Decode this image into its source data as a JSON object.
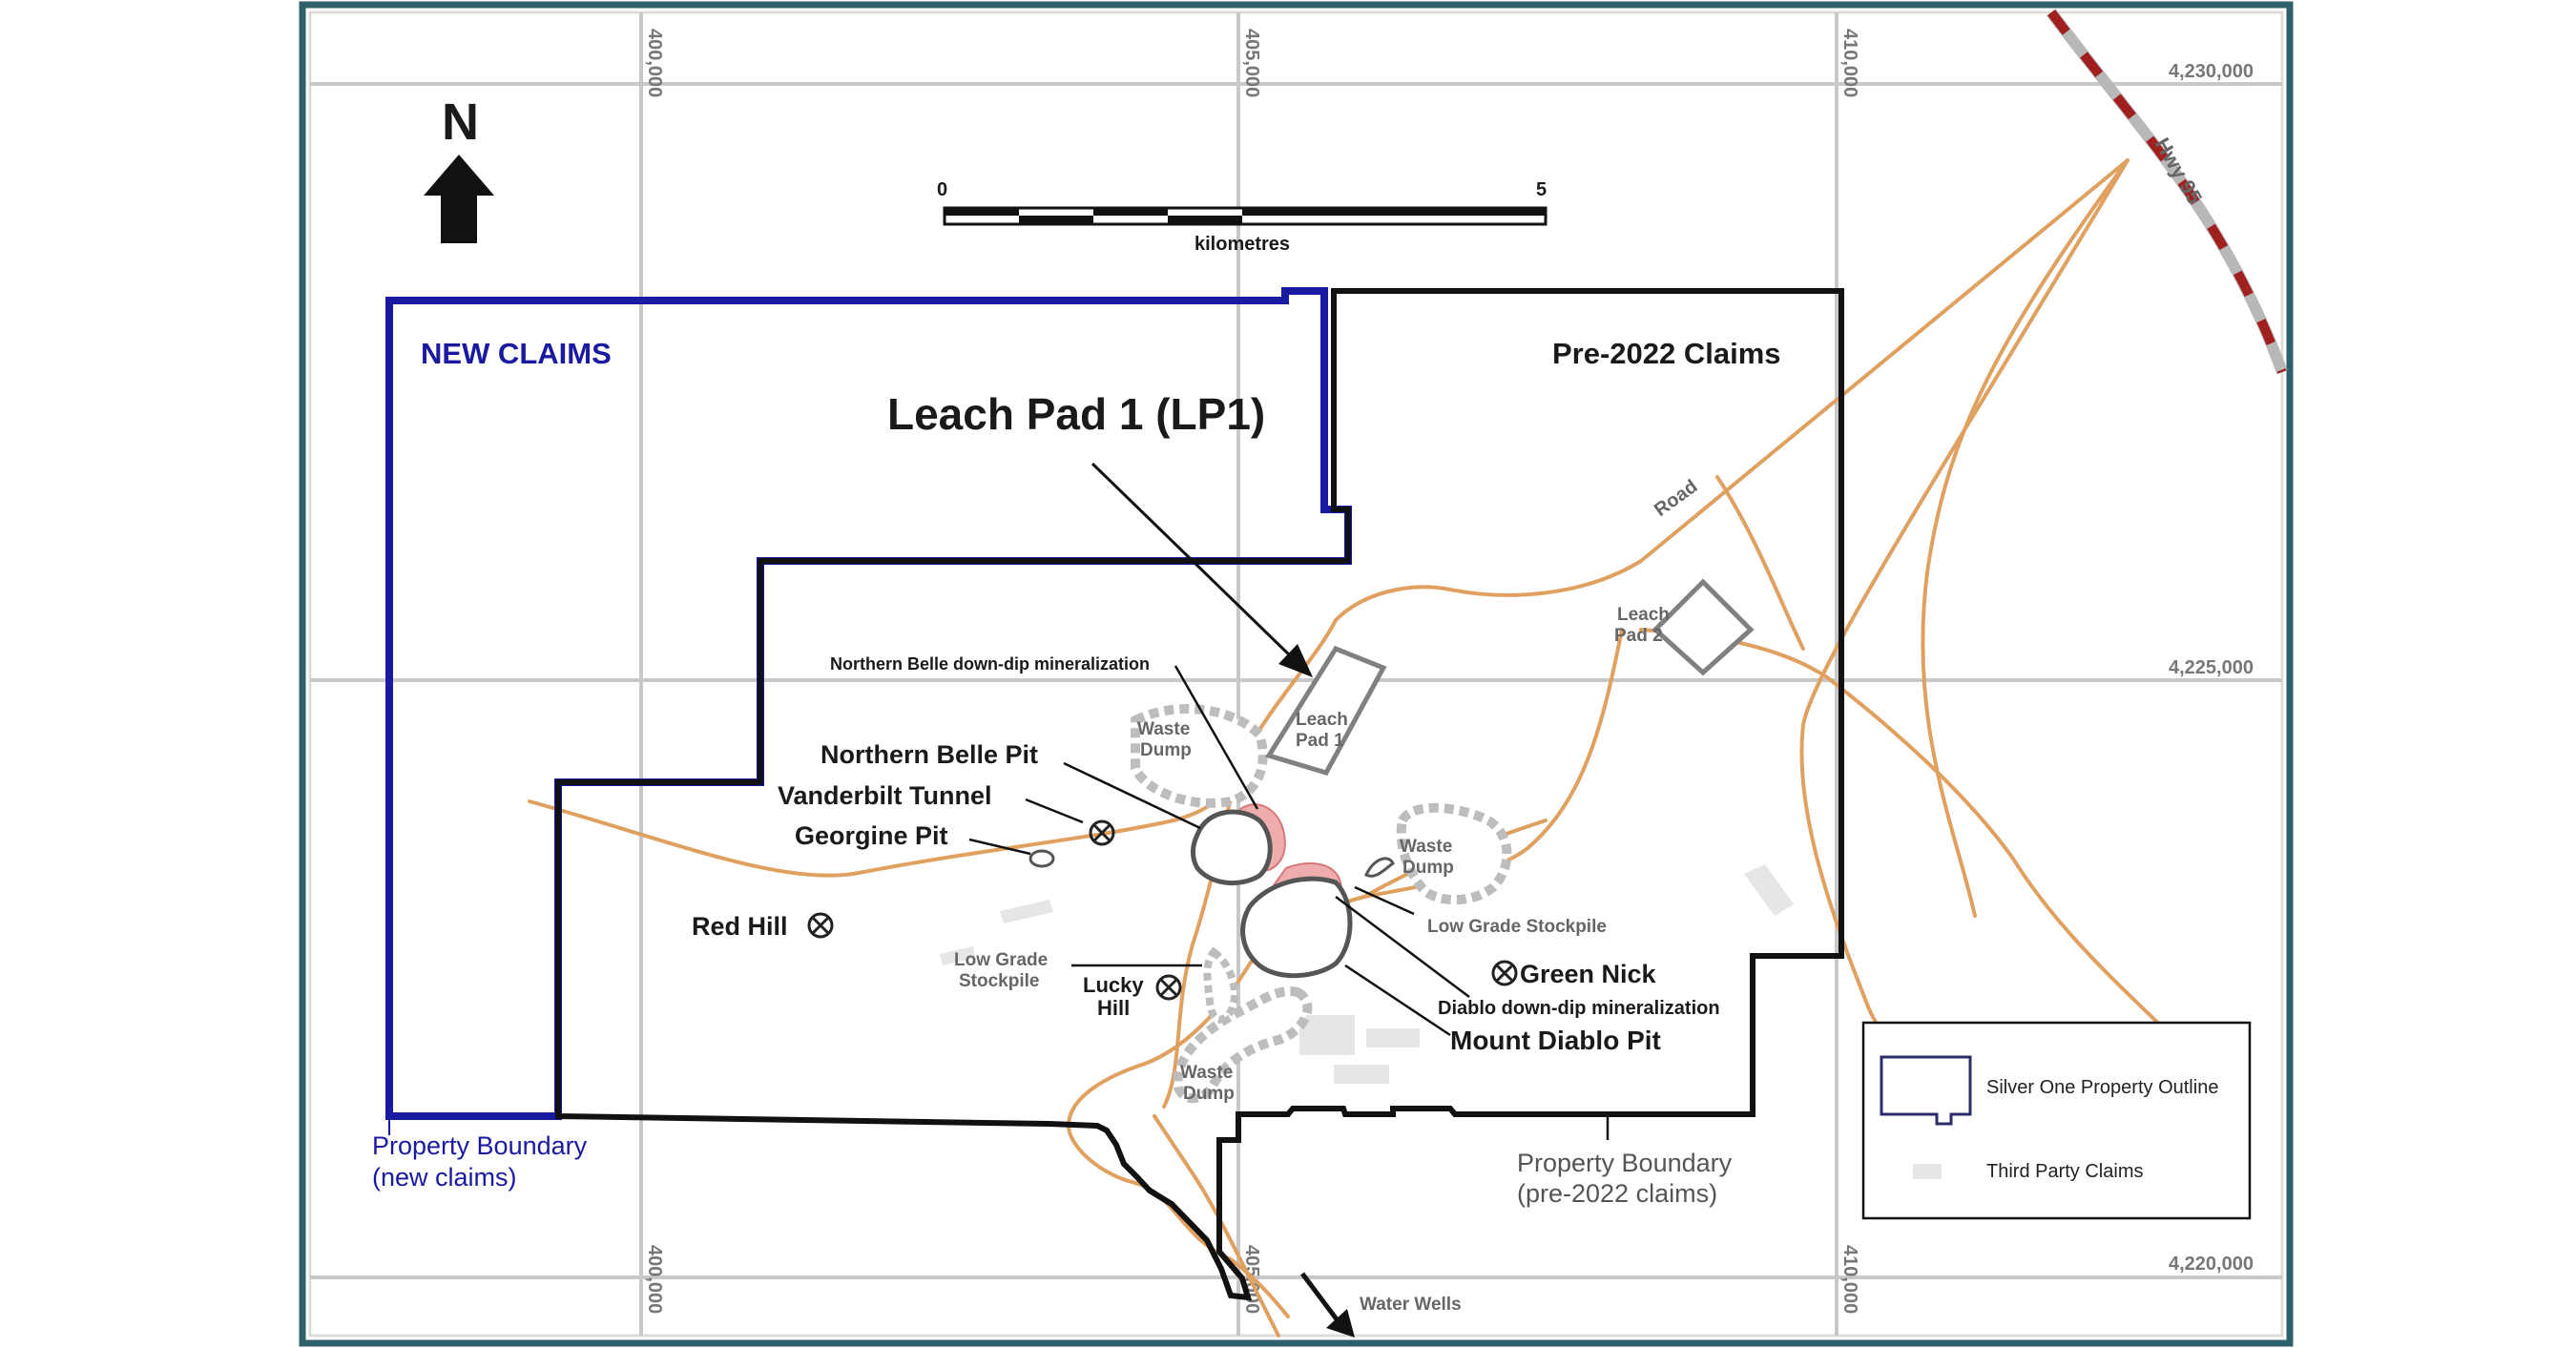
{
  "map": {
    "north_label": "N",
    "scale_bar": {
      "start_label": "0",
      "end_label": "5",
      "unit_label": "kilometres"
    },
    "grid": {
      "eastings": [
        "400,000",
        "405,000",
        "410,000"
      ],
      "northings": [
        "4,230,000",
        "4,225,000",
        "4,220,000"
      ]
    },
    "titles": {
      "new_claims": "NEW CLAIMS",
      "pre2022_claims": "Pre-2022 Claims",
      "leach_pad_callout": "Leach Pad 1 (LP1)"
    },
    "labels": {
      "road": "Road",
      "highway": "Hwy 95",
      "leach_pad_2": [
        "Leach",
        "Pad 2"
      ],
      "leach_pad_1": [
        "Leach",
        "Pad 1"
      ],
      "northern_belle_mineralization": "Northern Belle down-dip mineralization",
      "waste_dump": [
        "Waste",
        "Dump"
      ],
      "northern_belle_pit": "Northern Belle Pit",
      "vanderbilt_tunnel": "Vanderbilt Tunnel",
      "georgine_pit": "Georgine Pit",
      "red_hill": "Red Hill",
      "low_grade_stockpile": "Low Grade Stockpile",
      "low_grade_stockpile_split": [
        "Low Grade",
        "Stockpile"
      ],
      "green_nick": "Green Nick",
      "lucky_hill": [
        "Lucky",
        "Hill"
      ],
      "diablo_mineralization": "Diablo down-dip mineralization",
      "mount_diablo_pit": "Mount Diablo Pit",
      "property_boundary_new": [
        "Property Boundary",
        "(new claims)"
      ],
      "property_boundary_pre2022": [
        "Property Boundary",
        "(pre-2022 claims)"
      ],
      "water_wells": "Water Wells"
    },
    "legend": {
      "items": [
        {
          "label": "Silver One Property Outline",
          "color": "#2b2b6b"
        },
        {
          "label": "Third Party Claims",
          "color": "#e6e6e6"
        }
      ]
    },
    "colors": {
      "frame": "#2f5f6b",
      "new_claims_boundary": "#1a1aa0",
      "pre2022_boundary": "#111111",
      "road": "#e0a060",
      "highway_red": "#a02020",
      "mineralization": "#e89090",
      "grid": "#c8c8c8"
    }
  }
}
